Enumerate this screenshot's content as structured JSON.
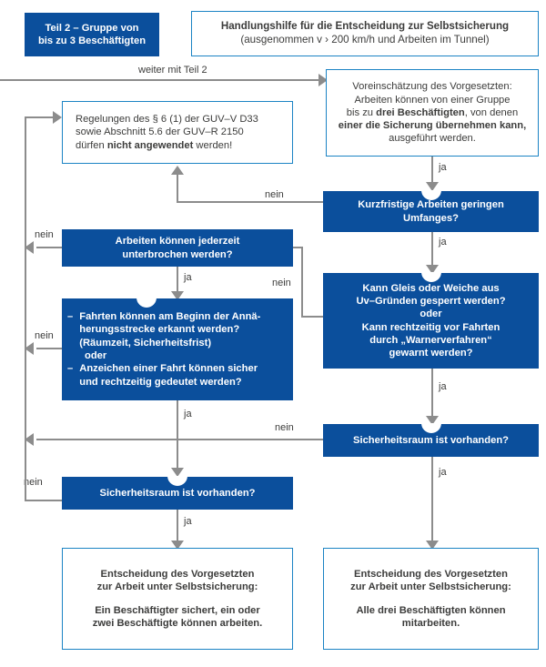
{
  "diagram": {
    "title_badge": "Teil 2 – Gruppe von\nbis zu 3 Beschäftigten",
    "header_line1": "Handlungshilfe für die Entscheidung zur Selbstsicherung",
    "header_line2": "(ausgenommen v › 200 km/h und Arbeiten im Tunnel)",
    "colors": {
      "solid_fill": "#0b4f9c",
      "outline_border": "#1b83c4",
      "connector": "#8c8c8c",
      "text": "#3c3c3b"
    }
  },
  "nodes": {
    "badge": {
      "line1": "Teil 2 – Gruppe von",
      "line2": "bis zu 3 Beschäftigten"
    },
    "header": {
      "line1": "Handlungshilfe für die Entscheidung zur Selbstsicherung",
      "line2": "(ausgenommen v › 200 km/h und Arbeiten im Tunnel)"
    },
    "vorschaetzung": {
      "line1": "Voreinschätzung des Vorgesetzten:",
      "line2": "Arbeiten können von einer Gruppe",
      "line3_a": "bis zu ",
      "line3_b": "drei Beschäftigten",
      "line3_c": ", von denen",
      "line4": "einer die Sicherung übernehmen kann,",
      "line5": "ausgeführt werden."
    },
    "regelungen": {
      "line1": "Regelungen des § 6 (1) der GUV–V D33",
      "line2": "sowie Abschnitt 5.6 der GUV–R 2150",
      "line3_a": "dürfen ",
      "line3_b": "nicht angewendet",
      "line3_c": " werden!"
    },
    "kurzfristige": {
      "line1": "Kurzfristige Arbeiten geringen",
      "line2": "Umfanges?"
    },
    "unterbrochen": {
      "line1": "Arbeiten können jederzeit",
      "line2": "unterbrochen werden?"
    },
    "gleis_weiche": {
      "line1": "Kann Gleis oder Weiche aus",
      "line2": "Uv–Gründen gesperrt werden?",
      "line3": "oder",
      "line4": "Kann rechtzeitig vor Fahrten",
      "line5": "durch „Warnerverfahren“",
      "line6": "gewarnt werden?"
    },
    "fahrten": {
      "item1_line1": "Fahrten können am Beginn der Annä-",
      "item1_line2": "herungsstrecke erkannt werden?",
      "item1_line3": "(Räumzeit, Sicherheitsfrist)",
      "oder": "oder",
      "item2_line1": "Anzeichen einer Fahrt können sicher",
      "item2_line2": "und rechtzeitig gedeutet werden?",
      "dash": "–"
    },
    "sicherheitsraum_rechts": {
      "line1": "Sicherheitsraum ist vorhanden?"
    },
    "sicherheitsraum_links": {
      "line1": "Sicherheitsraum ist vorhanden?"
    },
    "ergebnis_links": {
      "line1": "Entscheidung des Vorgesetzten",
      "line2": "zur Arbeit unter Selbstsicherung:",
      "line3": "Ein Beschäftigter sichert, ein oder",
      "line4": "zwei Beschäftigte können arbeiten."
    },
    "ergebnis_rechts": {
      "line1": "Entscheidung des Vorgesetzten",
      "line2": "zur Arbeit unter Selbstsicherung:",
      "line3": "Alle drei Beschäftigten können",
      "line4": "mitarbeiten."
    }
  },
  "edges": {
    "weiter_mit_teil_2": "weiter mit Teil 2",
    "ja_1": "ja",
    "nein_kurzfristige": "nein",
    "ja_kurzfristige": "ja",
    "nein_unterbrochen_links": "nein",
    "ja_unterbrochen": "ja",
    "nein_unterbrochen_rechts": "nein",
    "nein_fahrten": "nein",
    "ja_fahrten": "ja",
    "nein_sicherheitsraum_rechts": "nein",
    "ja_sicherheitsraum_rechts": "ja",
    "nein_sicherheitsraum_links": "nein",
    "ja_sicherheitsraum_links": "ja"
  }
}
